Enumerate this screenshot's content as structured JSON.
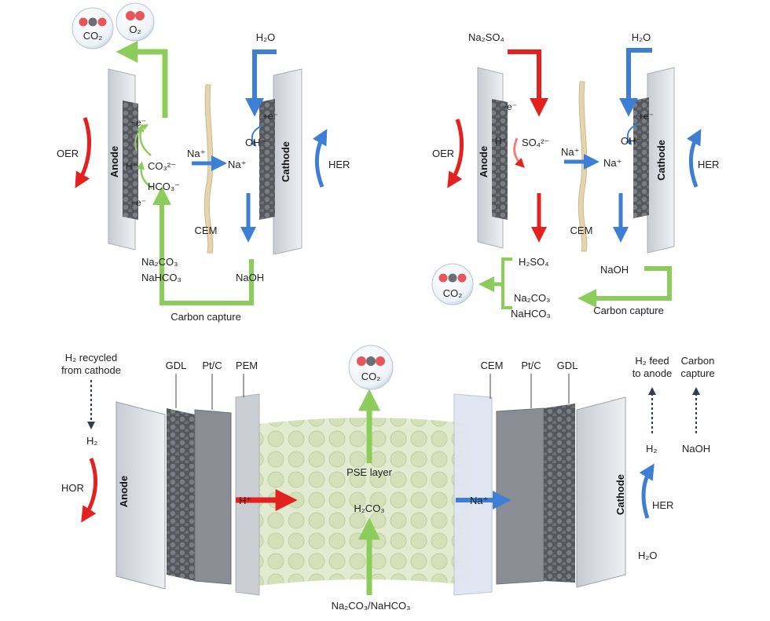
{
  "colors": {
    "green": "#8ccc5a",
    "blue": "#3e7fd6",
    "red": "#e3211e",
    "pse": "#dce8c6",
    "plate": "#d2d5da",
    "electrode": "#5e6166",
    "cem": "#e4d4b0",
    "o2": "#e8565a",
    "carbon": "#6b6e74"
  },
  "panel_a": {
    "bubble_co2": "CO₂",
    "bubble_o2": "O₂",
    "h2o": "H₂O",
    "oer": "OER",
    "anode": "Anode",
    "minus_e_top": "−e⁻",
    "h_plus": "H⁺",
    "co3": "CO₃²⁻",
    "hco3": "HCO₃⁻",
    "minus_e_bot": "−e⁻",
    "na_left": "Na⁺",
    "na_right": "Na⁺",
    "plus_e": "+e⁻",
    "oh": "OH⁻",
    "cathode": "Cathode",
    "her": "HER",
    "cem": "CEM",
    "na2co3": "Na₂CO₃",
    "nahco3": "NaHCO₃",
    "naoh": "NaOH",
    "carbon_capture": "Carbon capture"
  },
  "panel_b": {
    "na2so4": "Na₂SO₄",
    "h2o": "H₂O",
    "oer": "OER",
    "anode": "Anode",
    "minus_e": "−e⁻",
    "h_plus": "H⁺",
    "so4": "SO₄²⁻",
    "na_left": "Na⁺",
    "na_right": "Na⁺",
    "plus_e": "+e⁻",
    "oh": "OH⁻",
    "cathode": "Cathode",
    "her": "HER",
    "cem": "CEM",
    "h2so4": "H₂SO₄",
    "na2co3": "Na₂CO₃",
    "nahco3": "NaHCO₃",
    "naoh": "NaOH",
    "bubble_co2": "CO₂",
    "carbon_capture": "Carbon capture"
  },
  "panel_c": {
    "h2_recycled_1": "H₂ recycled",
    "h2_recycled_2": "from cathode",
    "h2_left": "H₂",
    "hor": "HOR",
    "anode": "Anode",
    "gdl_left": "GDL",
    "ptc_left": "Pt/C",
    "pem": "PEM",
    "bubble_co2": "CO₂",
    "pse_layer": "PSE layer",
    "h2co3": "H₂CO₃",
    "h_plus": "H⁺",
    "na_plus": "Na⁺",
    "na2co3_nahco3": "Na₂CO₃/NaHCO₃",
    "cem": "CEM",
    "ptc_right": "Pt/C",
    "gdl_right": "GDL",
    "h2_feed_1": "H₂ feed",
    "h2_feed_2": "to anode",
    "carbon_capture_1": "Carbon",
    "carbon_capture_2": "capture",
    "h2_right": "H₂",
    "naoh": "NaOH",
    "her": "HER",
    "h2o": "H₂O",
    "cathode": "Cathode"
  }
}
